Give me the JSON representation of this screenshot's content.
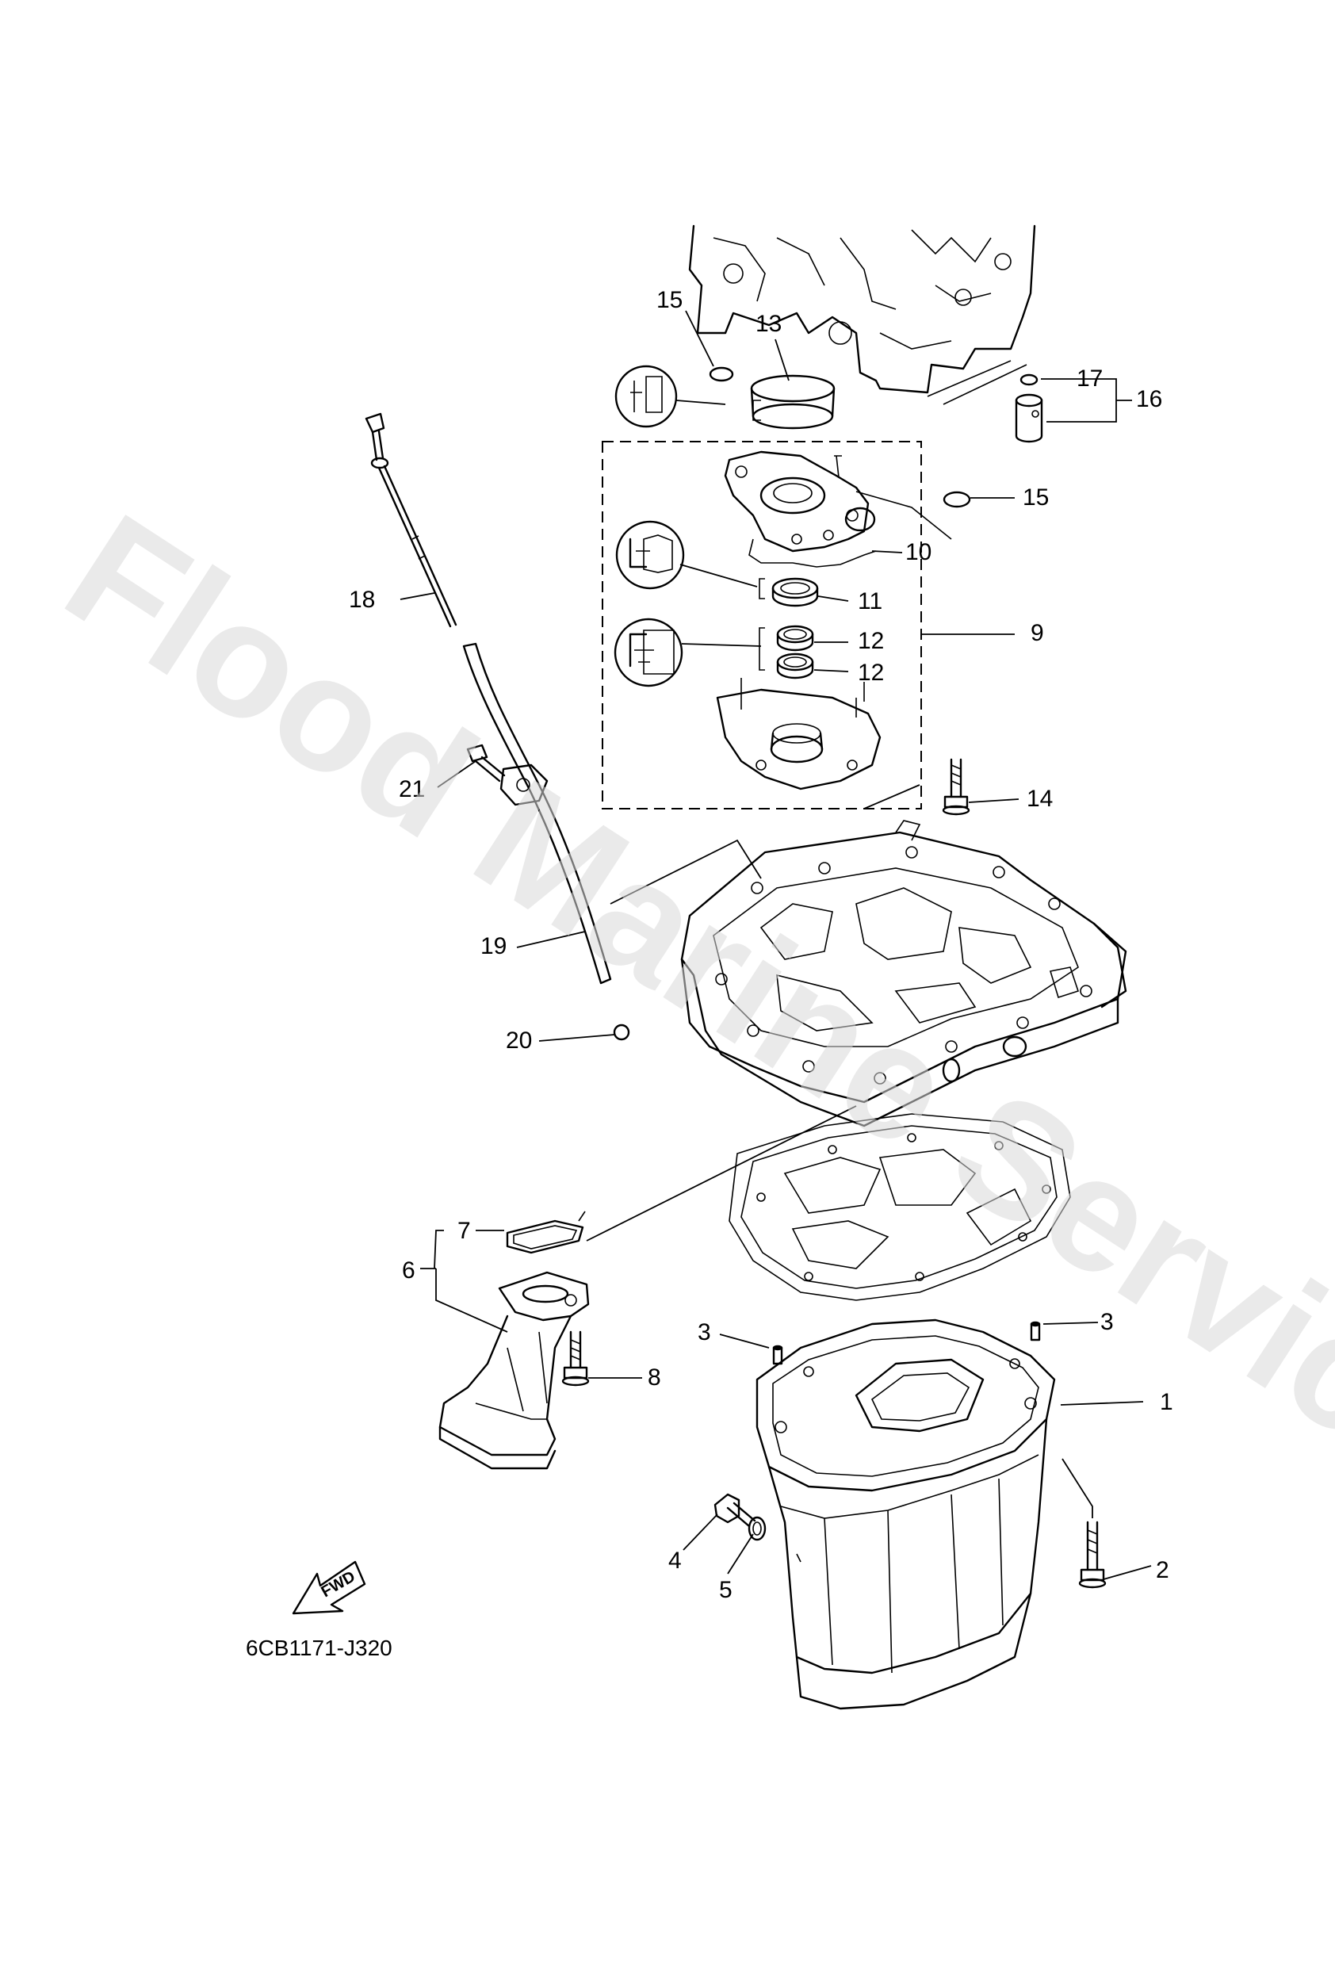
{
  "watermark": "Flood Marine Services",
  "part_code": "6CB1171-J320",
  "direction_label": "FWD",
  "callouts": {
    "c1": "1",
    "c2": "2",
    "c3a": "3",
    "c3b": "3",
    "c4": "4",
    "c5": "5",
    "c6": "6",
    "c7": "7",
    "c8": "8",
    "c9": "9",
    "c10": "10",
    "c11": "11",
    "c12a": "12",
    "c12b": "12",
    "c13": "13",
    "c14": "14",
    "c15a": "15",
    "c15b": "15",
    "c16": "16",
    "c17": "17",
    "c18": "18",
    "c19": "19",
    "c20": "20",
    "c21": "21"
  }
}
